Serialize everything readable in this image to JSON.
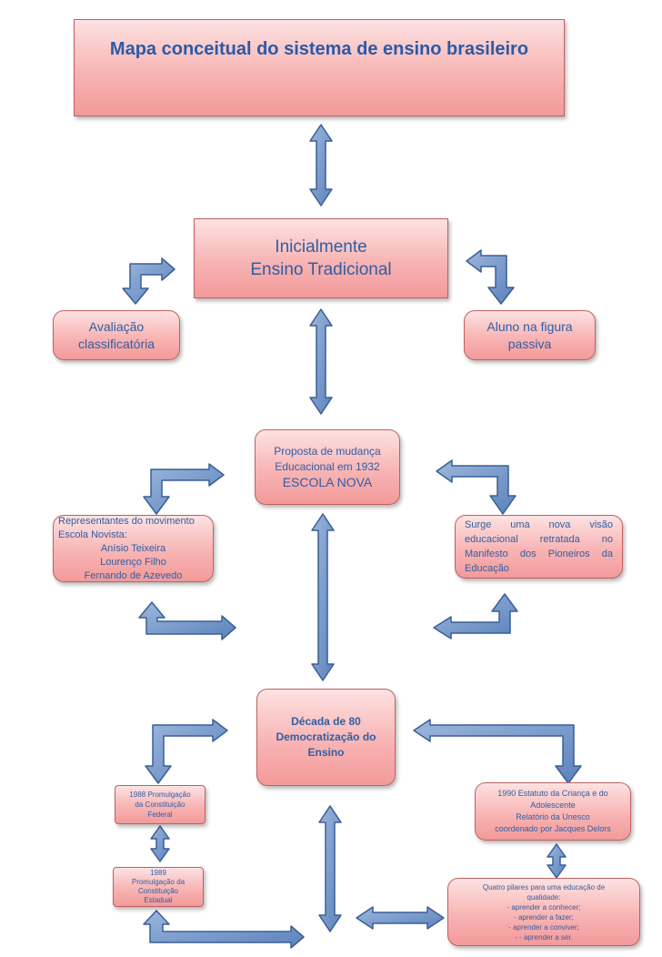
{
  "title": "Mapa conceitual do sistema de ensino brasileiro",
  "initial": {
    "line1": "Inicialmente",
    "line2": "Ensino Tradicional"
  },
  "avaliacao": {
    "line1": "Avaliação",
    "line2": "classificatória"
  },
  "aluno": {
    "line1": "Aluno na figura",
    "line2": "passiva"
  },
  "proposta": {
    "line1": "Proposta de mudança",
    "line2": "Educacional em 1932",
    "line3": "ESCOLA NOVA"
  },
  "representantes": {
    "line1": "Representantes do movimento",
    "line2": "Escola Novista:",
    "names": [
      "Anísio Teixeira",
      "Lourenço Filho",
      "Fernando de Azevedo"
    ]
  },
  "surge": {
    "lines": [
      "Surge uma nova visão",
      "educacional retratada no",
      "Manifesto dos Pioneiros da"
    ],
    "last": "Educação"
  },
  "decada": {
    "line1": "Década de 80",
    "line2": "Democratização do",
    "line3": "Ensino"
  },
  "c1988": {
    "line1": "1988 Promulgação",
    "line2": "da Constituição",
    "line3": "Federal"
  },
  "c1989": {
    "line1": "1989",
    "line2": "Promulgação da",
    "line3": "Constituição",
    "line4": "Estadual"
  },
  "estatuto": {
    "line1": "1990 Estatuto da Criança e do",
    "line2": "Adolescente",
    "line3": "Relatório da Unesco",
    "line4": "coordenado por Jacques Delors"
  },
  "pilares": {
    "line1": "Quatro pilares para uma educação de",
    "line2": "qualidade:",
    "items": [
      "aprender a conhecer;",
      "aprender a fazer;",
      "aprender a conviver;",
      "- aprender a ser."
    ]
  }
}
